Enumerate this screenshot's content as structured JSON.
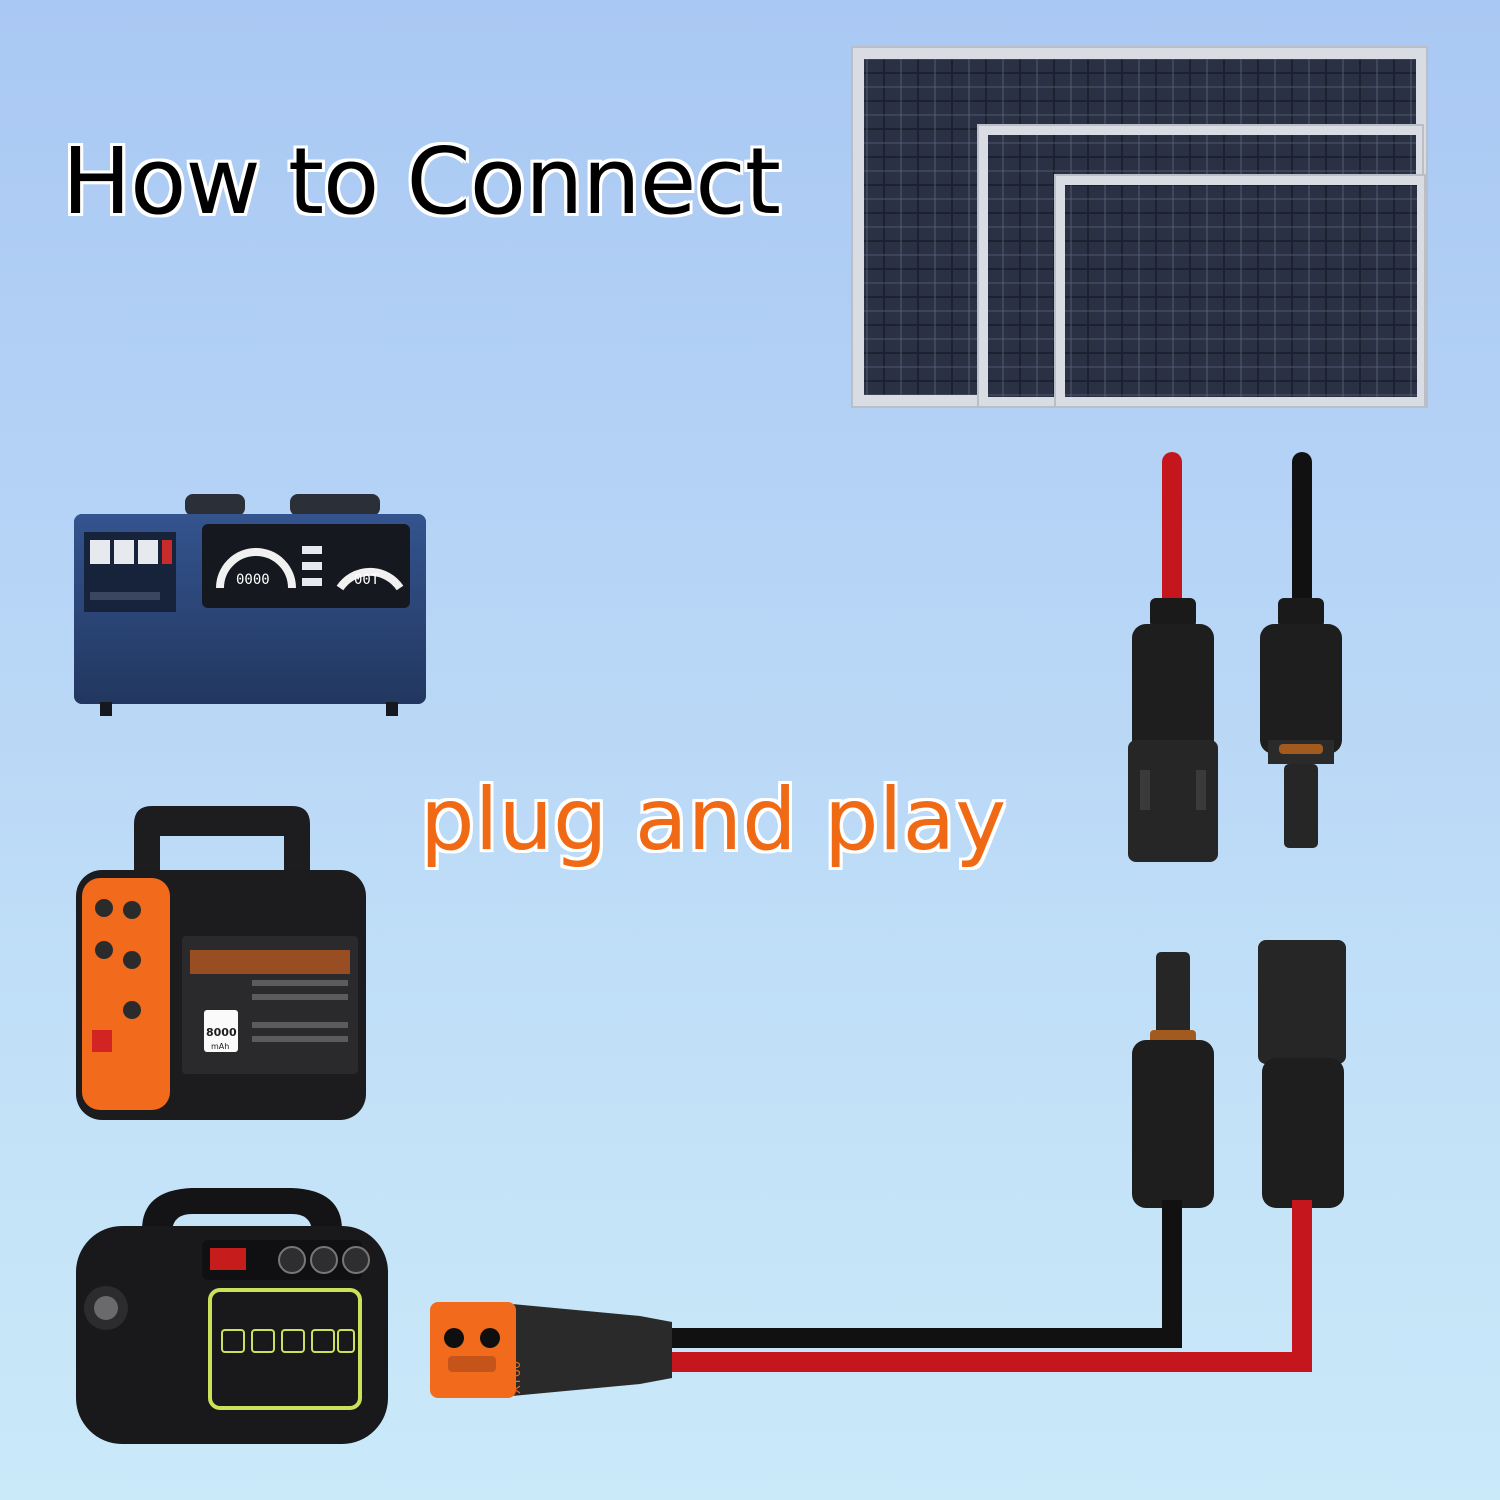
{
  "title": "How to Connect",
  "tagline": "plug and play",
  "products": {
    "station_one_display_left": "0000",
    "station_one_display_right": "00T",
    "station_two_capacity": "8000",
    "station_two_capacity_unit": "mAh",
    "connector_label": "XT60"
  },
  "colors": {
    "background_top": "#a9c8f3",
    "background_bottom": "#cae9f9",
    "tagline": "#f06a16",
    "cable_red": "#c4161c",
    "cable_black": "#111111",
    "xt60": "#f26a1b"
  },
  "icons": [
    "solar-panels-icon",
    "power-station-icon",
    "mc4-connector-icon",
    "xt60-plug-icon"
  ]
}
